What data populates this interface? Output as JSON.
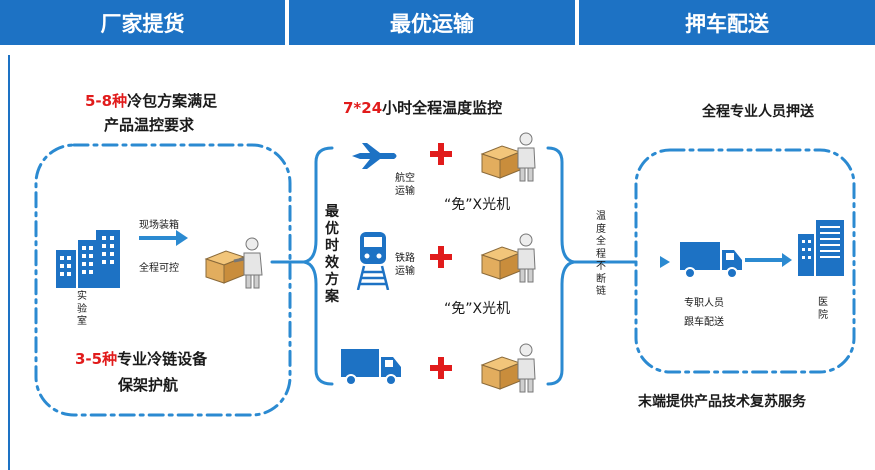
{
  "headers": {
    "factory": "厂家提货",
    "transport": "最优运输",
    "escort": "押车配送"
  },
  "left": {
    "top_red": "5-8种",
    "top_rest": "冷包方案满足",
    "top_line2": "产品温控要求",
    "arrow_top": "现场装箱",
    "arrow_bottom": "全程可控",
    "lab": "实验室",
    "bottom_red": "3-5种",
    "bottom_rest": "专业冷链设备",
    "bottom_line2": "保架护航"
  },
  "middle": {
    "title_red": "7*24",
    "title_rest": "小时全程温度监控",
    "best_solution": "最优时效方案",
    "air": "航空运输",
    "rail": "铁路运输",
    "xray": "“免”X光机",
    "xray2": "“免”X光机",
    "temp_chain": "温度全程不断链"
  },
  "right": {
    "title": "全程专业人员押送",
    "staff": "专职人员",
    "staff2": "跟车配送",
    "hospital": "医院",
    "bottom": "末端提供产品技术复苏服务"
  },
  "colors": {
    "primary": "#1d72c4",
    "accent": "#e11b1b",
    "line": "#2b8ad1"
  }
}
